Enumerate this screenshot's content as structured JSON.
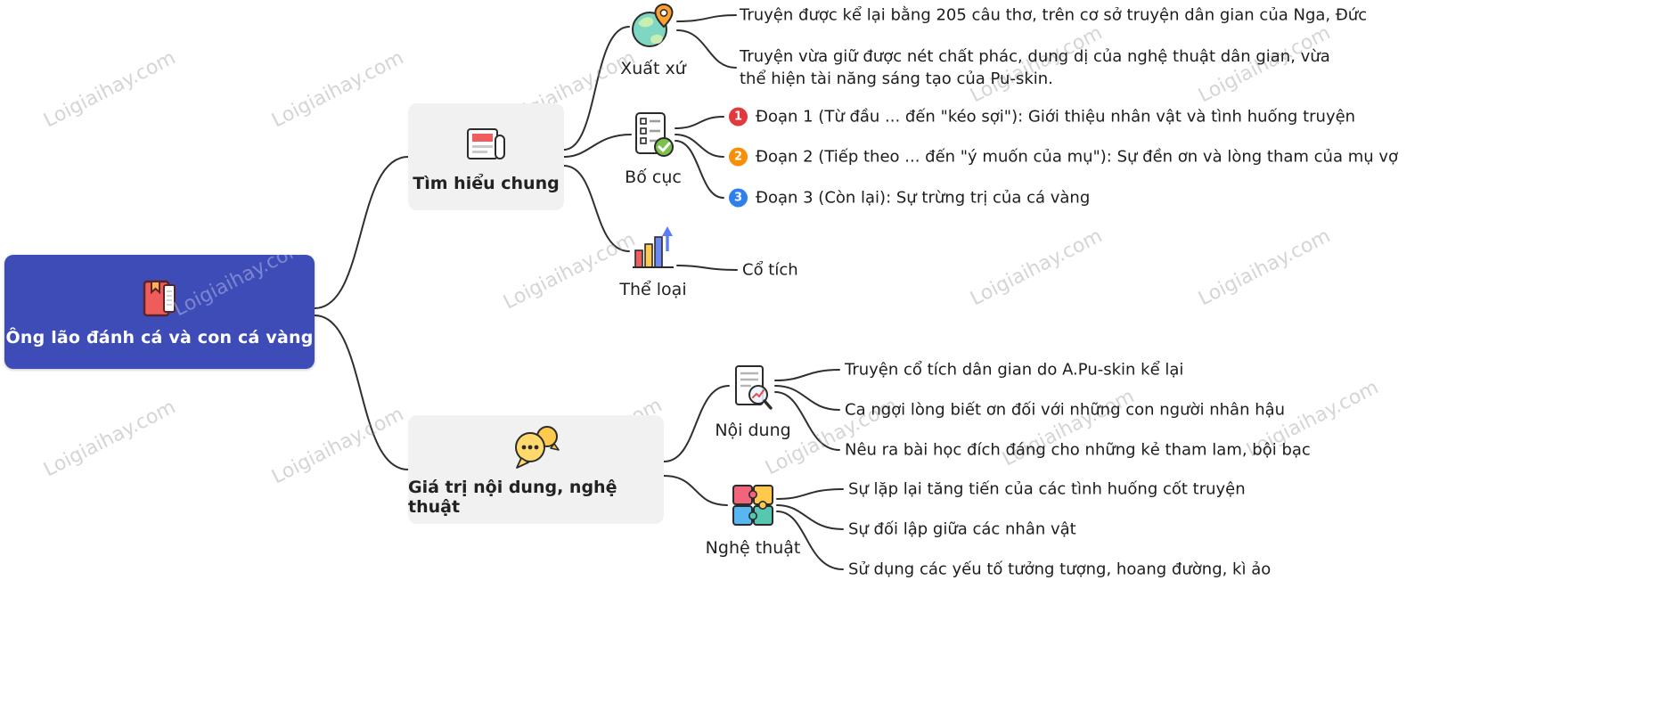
{
  "watermark": {
    "text": "Loigiaihay.com"
  },
  "root": {
    "label": "Ông lão đánh cá và con cá vàng",
    "icon": "book-icon",
    "bg": "#3e4cb8",
    "text_color": "#ffffff"
  },
  "branches": [
    {
      "label": "Tìm hiểu chung",
      "icon": "newspaper-icon",
      "children": [
        {
          "label": "Xuất xứ",
          "icon": "globe-pin-icon",
          "leaves": [
            {
              "text": "Truyện được kể lại bằng 205 câu thơ, trên cơ sở truyện dân gian của Nga, Đức"
            },
            {
              "text": "Truyện vừa giữ được nét chất phác, dung dị của nghệ thuật dân gian, vừa thể hiện tài năng sáng tạo của Pu-skin."
            }
          ]
        },
        {
          "label": "Bố cục",
          "icon": "checklist-icon",
          "leaves": [
            {
              "badge": "1",
              "badge_color": "#e0393e",
              "text": "Đoạn 1 (Từ đầu ... đến \"kéo sợi\"): Giới thiệu nhân vật và tình huống truyện"
            },
            {
              "badge": "2",
              "badge_color": "#f79009",
              "text": "Đoạn 2 (Tiếp theo ... đến \"ý muốn của mụ\"): Sự đền ơn và lòng tham của mụ vợ"
            },
            {
              "badge": "3",
              "badge_color": "#2f80ed",
              "text": "Đoạn 3 (Còn lại): Sự trừng trị của cá vàng"
            }
          ]
        },
        {
          "label": "Thể loại",
          "icon": "bar-chart-icon",
          "leaves": [
            {
              "text": "Cổ tích"
            }
          ]
        }
      ]
    },
    {
      "label": "Giá trị nội dung, nghệ thuật",
      "icon": "chat-bubbles-icon",
      "children": [
        {
          "label": "Nội dung",
          "icon": "document-magnifier-icon",
          "leaves": [
            {
              "text": "Truyện cổ tích dân gian do A.Pu-skin kể lại"
            },
            {
              "text": "Ca ngợi lòng biết ơn đối với những con người nhân hậu"
            },
            {
              "text": "Nêu ra bài học đích đáng cho những kẻ tham lam, bội bạc"
            }
          ]
        },
        {
          "label": "Nghệ thuật",
          "icon": "puzzle-icon",
          "leaves": [
            {
              "text": "Sự lặp lại tăng tiến của các tình huống cốt truyện"
            },
            {
              "text": "Sự đối lập giữa các nhân vật"
            },
            {
              "text": "Sử dụng các yếu tố tưởng tượng, hoang đường, kì ảo"
            }
          ]
        }
      ]
    }
  ]
}
